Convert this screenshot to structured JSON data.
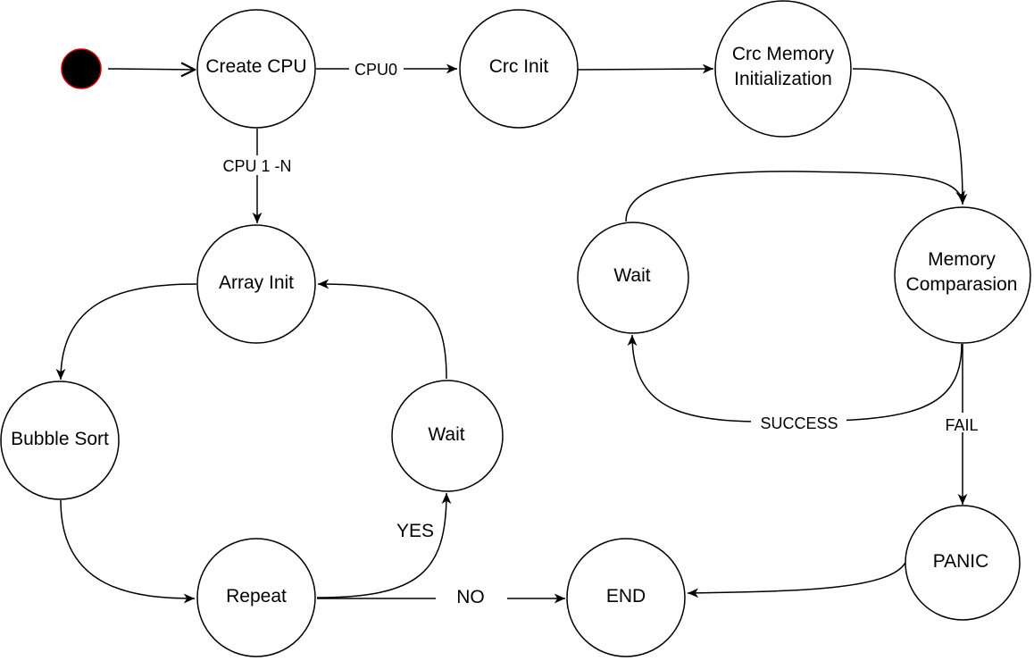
{
  "colors": {
    "stroke": "#000000",
    "start_fill": "#000000",
    "start_stroke": "#cc0000",
    "background": "#ffffff"
  },
  "nodes": {
    "create_cpu": "Create CPU",
    "crc_init": "Crc Init",
    "crc_memory_init_1": "Crc Memory",
    "crc_memory_init_2": "Initialization",
    "array_init": "Array Init",
    "bubble_sort": "Bubble Sort",
    "wait_left": "Wait",
    "repeat": "Repeat",
    "end": "END",
    "panic": "PANIC",
    "wait_right": "Wait",
    "memory_comp_1": "Memory",
    "memory_comp_2": "Comparasion"
  },
  "edges": {
    "cpu0": "CPU0",
    "cpu1n": "CPU 1 -N",
    "yes": "YES",
    "no": "NO",
    "success": "SUCCESS",
    "fail": "FAIL"
  }
}
